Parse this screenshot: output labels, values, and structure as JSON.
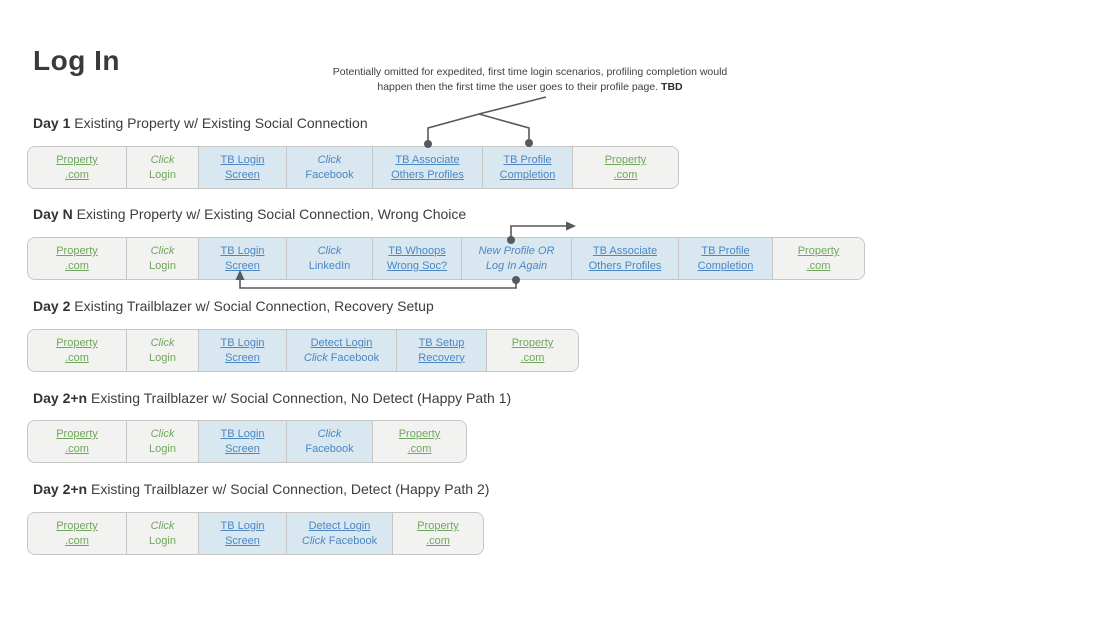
{
  "title": "Log In",
  "annotation": {
    "line1": "Potentially omitted for expedited, first time login scenarios, profiling completion would",
    "line2": "happen then the first time the user goes to their profile page.",
    "tbd": "TBD"
  },
  "colors": {
    "green_text": "#70a75c",
    "blue_text": "#4b87c3",
    "blue_bg": "#d9e7f1",
    "gray_bg": "#f2f2f0",
    "border": "#c6c6c6",
    "connector": "#58595b",
    "heading": "#3d3d3d"
  },
  "flows": [
    {
      "id": "day-1",
      "day": "Day 1",
      "description": "Existing Property w/ Existing Social Connection",
      "steps": [
        {
          "name": "step-property-com",
          "theme": "property",
          "lines": [
            [
              {
                "t": "Property",
                "u": true
              }
            ],
            [
              {
                "t": ".com",
                "u": true
              }
            ]
          ]
        },
        {
          "name": "step-click-login",
          "theme": "property",
          "lines": [
            [
              {
                "t": "Click",
                "i": true
              }
            ],
            [
              {
                "t": "Login"
              }
            ]
          ]
        },
        {
          "name": "step-tb-login-screen",
          "theme": "tb",
          "lines": [
            [
              {
                "t": "TB Login",
                "u": true
              }
            ],
            [
              {
                "t": "Screen",
                "u": true
              }
            ]
          ]
        },
        {
          "name": "step-click-facebook",
          "theme": "tb",
          "lines": [
            [
              {
                "t": "Click",
                "i": true
              }
            ],
            [
              {
                "t": "Facebook"
              }
            ]
          ]
        },
        {
          "name": "step-tb-associate-others-profiles",
          "theme": "tb",
          "lines": [
            [
              {
                "t": "TB Associate",
                "u": true
              }
            ],
            [
              {
                "t": "Others Profiles",
                "u": true
              }
            ]
          ]
        },
        {
          "name": "step-tb-profile-completion",
          "theme": "tb",
          "lines": [
            [
              {
                "t": "TB Profile",
                "u": true
              }
            ],
            [
              {
                "t": "Completion",
                "u": true
              }
            ]
          ]
        },
        {
          "name": "step-property-com",
          "theme": "property",
          "lines": [
            [
              {
                "t": "Property",
                "u": true
              }
            ],
            [
              {
                "t": ".com",
                "u": true
              }
            ]
          ]
        }
      ]
    },
    {
      "id": "day-n",
      "day": "Day N",
      "description": "Existing Property w/ Existing Social Connection, Wrong Choice",
      "steps": [
        {
          "name": "step-property-com",
          "theme": "property",
          "lines": [
            [
              {
                "t": "Property",
                "u": true
              }
            ],
            [
              {
                "t": ".com",
                "u": true
              }
            ]
          ]
        },
        {
          "name": "step-click-login",
          "theme": "property",
          "lines": [
            [
              {
                "t": "Click",
                "i": true
              }
            ],
            [
              {
                "t": "Login"
              }
            ]
          ]
        },
        {
          "name": "step-tb-login-screen",
          "theme": "tb",
          "lines": [
            [
              {
                "t": "TB Login",
                "u": true
              }
            ],
            [
              {
                "t": "Screen",
                "u": true
              }
            ]
          ]
        },
        {
          "name": "step-click-linkedin",
          "theme": "tb",
          "lines": [
            [
              {
                "t": "Click",
                "i": true
              }
            ],
            [
              {
                "t": "LinkedIn"
              }
            ]
          ]
        },
        {
          "name": "step-tb-whoops-wrong-soc",
          "theme": "tb",
          "lines": [
            [
              {
                "t": "TB Whoops",
                "u": true
              }
            ],
            [
              {
                "t": "Wrong Soc?",
                "u": true
              }
            ]
          ]
        },
        {
          "name": "step-new-profile-or-log-in-again",
          "theme": "tb",
          "lines": [
            [
              {
                "t": "New Profile OR",
                "i": true
              }
            ],
            [
              {
                "t": "Log In Again",
                "i": true
              }
            ]
          ]
        },
        {
          "name": "step-tb-associate-others-profiles",
          "theme": "tb",
          "lines": [
            [
              {
                "t": "TB Associate",
                "u": true
              }
            ],
            [
              {
                "t": "Others Profiles",
                "u": true
              }
            ]
          ]
        },
        {
          "name": "step-tb-profile-completion",
          "theme": "tb",
          "lines": [
            [
              {
                "t": "TB Profile",
                "u": true
              }
            ],
            [
              {
                "t": "Completion",
                "u": true
              }
            ]
          ]
        },
        {
          "name": "step-property-com",
          "theme": "property",
          "lines": [
            [
              {
                "t": "Property",
                "u": true
              }
            ],
            [
              {
                "t": ".com",
                "u": true
              }
            ]
          ]
        }
      ]
    },
    {
      "id": "day-2",
      "day": "Day 2",
      "description": "Existing Trailblazer w/ Social Connection, Recovery Setup",
      "steps": [
        {
          "name": "step-property-com",
          "theme": "property",
          "lines": [
            [
              {
                "t": "Property",
                "u": true
              }
            ],
            [
              {
                "t": ".com",
                "u": true
              }
            ]
          ]
        },
        {
          "name": "step-click-login",
          "theme": "property",
          "lines": [
            [
              {
                "t": "Click",
                "i": true
              }
            ],
            [
              {
                "t": "Login"
              }
            ]
          ]
        },
        {
          "name": "step-tb-login-screen",
          "theme": "tb",
          "lines": [
            [
              {
                "t": "TB Login",
                "u": true
              }
            ],
            [
              {
                "t": "Screen",
                "u": true
              }
            ]
          ]
        },
        {
          "name": "step-detect-login-click-facebook",
          "theme": "tb",
          "lines": [
            [
              {
                "t": "Detect Login",
                "u": true
              }
            ],
            [
              {
                "t": "Click ",
                "i": true
              },
              {
                "t": "Facebook"
              }
            ]
          ]
        },
        {
          "name": "step-tb-setup-recovery",
          "theme": "tb",
          "lines": [
            [
              {
                "t": "TB Setup",
                "u": true
              }
            ],
            [
              {
                "t": "Recovery",
                "u": true
              }
            ]
          ]
        },
        {
          "name": "step-property-com",
          "theme": "property",
          "lines": [
            [
              {
                "t": "Property",
                "u": true
              }
            ],
            [
              {
                "t": ".com",
                "u": true
              }
            ]
          ]
        }
      ]
    },
    {
      "id": "day-2n-happy-path-1",
      "day": "Day 2+n",
      "description": "Existing Trailblazer w/ Social Connection, No Detect (Happy Path 1)",
      "steps": [
        {
          "name": "step-property-com",
          "theme": "property",
          "lines": [
            [
              {
                "t": "Property",
                "u": true
              }
            ],
            [
              {
                "t": ".com",
                "u": true
              }
            ]
          ]
        },
        {
          "name": "step-click-login",
          "theme": "property",
          "lines": [
            [
              {
                "t": "Click",
                "i": true
              }
            ],
            [
              {
                "t": "Login"
              }
            ]
          ]
        },
        {
          "name": "step-tb-login-screen",
          "theme": "tb",
          "lines": [
            [
              {
                "t": "TB Login",
                "u": true
              }
            ],
            [
              {
                "t": "Screen",
                "u": true
              }
            ]
          ]
        },
        {
          "name": "step-click-facebook",
          "theme": "tb",
          "lines": [
            [
              {
                "t": "Click",
                "i": true
              }
            ],
            [
              {
                "t": "Facebook"
              }
            ]
          ]
        },
        {
          "name": "step-property-com",
          "theme": "property",
          "lines": [
            [
              {
                "t": "Property",
                "u": true
              }
            ],
            [
              {
                "t": ".com",
                "u": true
              }
            ]
          ]
        }
      ]
    },
    {
      "id": "day-2n-happy-path-2",
      "day": "Day 2+n",
      "description": "Existing Trailblazer w/ Social Connection, Detect (Happy Path 2)",
      "steps": [
        {
          "name": "step-property-com",
          "theme": "property",
          "lines": [
            [
              {
                "t": "Property",
                "u": true
              }
            ],
            [
              {
                "t": ".com",
                "u": true
              }
            ]
          ]
        },
        {
          "name": "step-click-login",
          "theme": "property",
          "lines": [
            [
              {
                "t": "Click",
                "i": true
              }
            ],
            [
              {
                "t": "Login"
              }
            ]
          ]
        },
        {
          "name": "step-tb-login-screen",
          "theme": "tb",
          "lines": [
            [
              {
                "t": "TB Login",
                "u": true
              }
            ],
            [
              {
                "t": "Screen",
                "u": true
              }
            ]
          ]
        },
        {
          "name": "step-detect-login-click-facebook",
          "theme": "tb",
          "lines": [
            [
              {
                "t": "Detect Login",
                "u": true
              }
            ],
            [
              {
                "t": "Click ",
                "i": true
              },
              {
                "t": "Facebook"
              }
            ]
          ]
        },
        {
          "name": "step-property-com",
          "theme": "property",
          "lines": [
            [
              {
                "t": "Property",
                "u": true
              }
            ],
            [
              {
                "t": ".com",
                "u": true
              }
            ]
          ]
        }
      ]
    }
  ]
}
